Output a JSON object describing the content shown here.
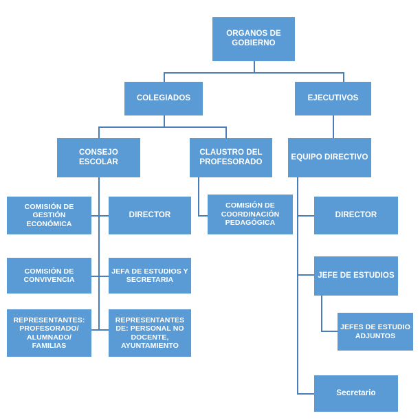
{
  "chart_data": {
    "type": "diagram",
    "title": "ORGANOS DE GOBIERNO",
    "diagram_kind": "organizational-chart",
    "orientation": "top-down",
    "colors": {
      "node_fill": "#5B9BD5",
      "node_text": "#FFFFFF",
      "connector": "#4A7EBB",
      "background": "#FFFFFF"
    },
    "levels": [
      [
        "ORGANOS DE GOBIERNO"
      ],
      [
        "COLEGIADOS",
        "EJECUTIVOS"
      ],
      [
        "CONSEJO ESCOLAR",
        "CLAUSTRO DEL PROFESORADO",
        "EQUIPO DIRECTIVO"
      ],
      [
        "COMISIÓN DE GESTIÓN ECONÓMICA",
        "DIRECTOR",
        "COMISIÓN DE COORDINACIÓN PEDAGÓGICA",
        "DIRECTOR"
      ],
      [
        "COMISIÓN DE CONVIVENCIA",
        "JEFA DE ESTUDIOS Y SECRETARIA",
        "JEFE DE ESTUDIOS"
      ],
      [
        "REPRESENTANTES: PROFESORADO/ ALUMNADO/ FAMILIAS",
        "REPRESENTANTES DE: PERSONAL NO DOCENTE, AYUNTAMIENTO",
        "JEFES DE ESTUDIO ADJUNTOS"
      ],
      [
        "Secretario"
      ]
    ],
    "edges": [
      {
        "from": "ORGANOS DE GOBIERNO",
        "to": "COLEGIADOS"
      },
      {
        "from": "ORGANOS DE GOBIERNO",
        "to": "EJECUTIVOS"
      },
      {
        "from": "COLEGIADOS",
        "to": "CONSEJO ESCOLAR"
      },
      {
        "from": "COLEGIADOS",
        "to": "CLAUSTRO DEL PROFESORADO"
      },
      {
        "from": "EJECUTIVOS",
        "to": "EQUIPO DIRECTIVO"
      },
      {
        "from": "CONSEJO ESCOLAR",
        "to": "COMISIÓN DE GESTIÓN ECONÓMICA"
      },
      {
        "from": "CONSEJO ESCOLAR",
        "to": "DIRECTOR"
      },
      {
        "from": "CONSEJO ESCOLAR",
        "to": "COMISIÓN DE CONVIVENCIA"
      },
      {
        "from": "CONSEJO ESCOLAR",
        "to": "JEFA DE ESTUDIOS Y SECRETARIA"
      },
      {
        "from": "CONSEJO ESCOLAR",
        "to": "REPRESENTANTES: PROFESORADO/ ALUMNADO/ FAMILIAS"
      },
      {
        "from": "CONSEJO ESCOLAR",
        "to": "REPRESENTANTES DE: PERSONAL NO DOCENTE, AYUNTAMIENTO"
      },
      {
        "from": "CLAUSTRO DEL PROFESORADO",
        "to": "COMISIÓN DE COORDINACIÓN PEDAGÓGICA"
      },
      {
        "from": "EQUIPO DIRECTIVO",
        "to": "DIRECTOR"
      },
      {
        "from": "EQUIPO DIRECTIVO",
        "to": "JEFE DE ESTUDIOS"
      },
      {
        "from": "EQUIPO DIRECTIVO",
        "to": "Secretario"
      },
      {
        "from": "JEFE DE ESTUDIOS",
        "to": "JEFES DE ESTUDIO ADJUNTOS"
      }
    ]
  },
  "nodes": {
    "root": "ORGANOS DE\nGOBIERNO",
    "colegiados": "COLEGIADOS",
    "ejecutivos": "EJECUTIVOS",
    "consejo_escolar": "CONSEJO ESCOLAR",
    "claustro": "CLAUSTRO DEL\nPROFESORADO",
    "equipo_directivo": "EQUIPO DIRECTIVO",
    "comision_gestion": "COMISIÓN DE\nGESTIÓN\nECONÓMICA",
    "director_consejo": "DIRECTOR",
    "comision_coordinacion": "COMISIÓN DE\nCOORDINACIÓN\nPEDAGÓGICA",
    "director_equipo": "DIRECTOR",
    "comision_convivencia": "COMISIÓN DE\nCONVIVENCIA",
    "jefa_estudios_secretaria": "JEFA DE ESTUDIOS Y\nSECRETARIA",
    "jefe_estudios": "JEFE DE ESTUDIOS",
    "representantes_profesorado": "REPRESENTANTES:\nPROFESORADO/\nALUMNADO/\nFAMILIAS",
    "representantes_personal": "REPRESENTANTES\nDE: PERSONAL NO\nDOCENTE,\nAYUNTAMIENTO",
    "jefes_estudio_adjuntos": "JEFES DE ESTUDIO\nADJUNTOS",
    "secretario": "Secretario"
  }
}
